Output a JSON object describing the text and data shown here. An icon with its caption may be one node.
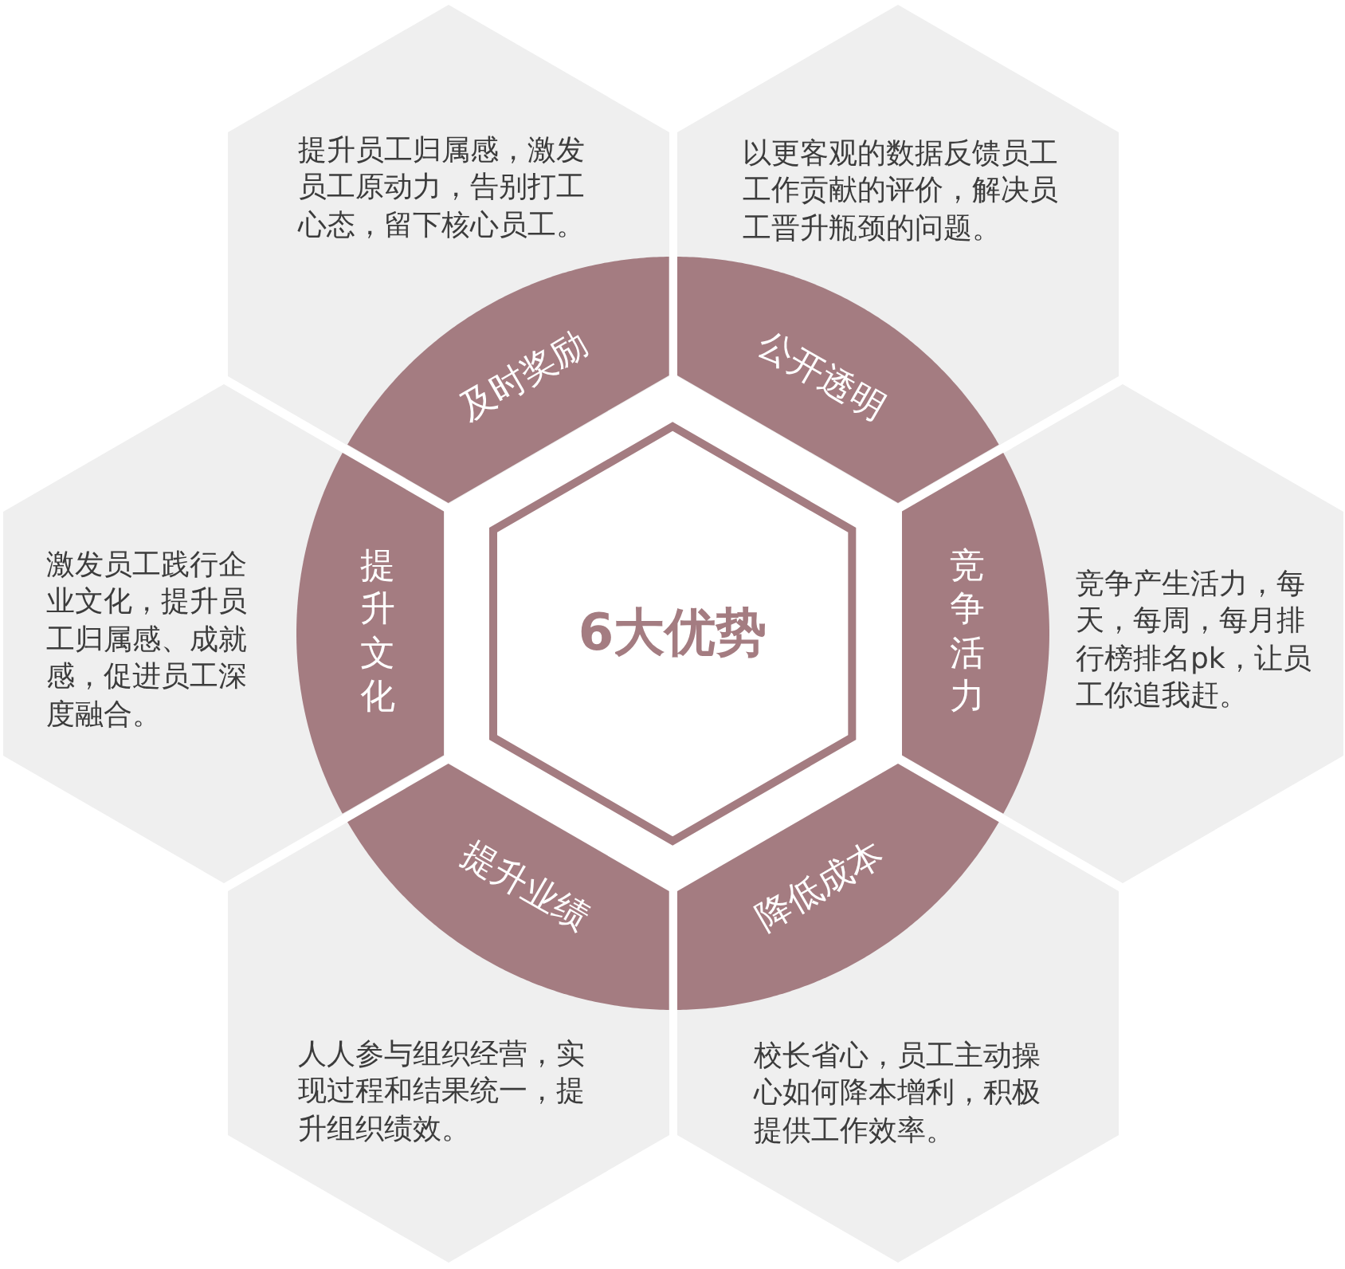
{
  "diagram": {
    "nodes": [
      {
        "text": [
          "6大优势"
        ]
      },
      {
        "text": [
          "提升员工归属感，激发员工原动力，告别打工心态，留下核心员工。"
        ]
      },
      {
        "text": [
          "及时奖励"
        ],
        "in": 1
      },
      {
        "text": [
          "以更客观的数据反馈员工工作贡献的评价，解决员工晋升瓶颈的问题。"
        ]
      },
      {
        "text": [
          "公开透明"
        ],
        "in": 3
      },
      {
        "text": [
          "竞争产生活力，每天，每周，每月排行榜排名pk，让员工你追我赶。"
        ]
      },
      {
        "text": [
          "竞争活力"
        ],
        "in": 5
      },
      {
        "text": [
          "校长省心，员工主动操心如何降本增利，积极提供工作效率。"
        ]
      },
      {
        "text": [
          "降低成本"
        ],
        "in": 7
      },
      {
        "text": [
          "人人参与组织经营，实现过程和结果统一，提升组织绩效。"
        ]
      },
      {
        "text": [
          "提升业绩"
        ],
        "in": 9
      },
      {
        "text": [
          "激发员工践行企业文化，提升员工归属感、成就感，促进员工深度融合。"
        ]
      },
      {
        "text": [
          "提升文化"
        ],
        "in": 11
      }
    ]
  }
}
